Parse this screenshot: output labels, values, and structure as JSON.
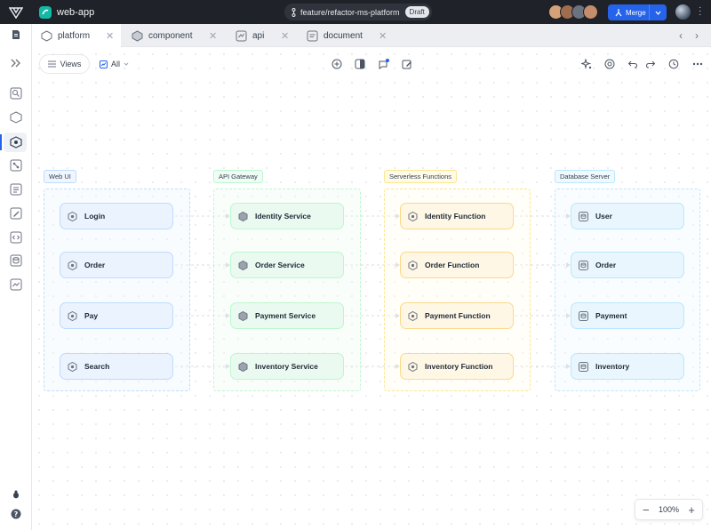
{
  "topbar": {
    "app_title": "web-app",
    "branch": "feature/refactor-ms-platform",
    "branch_status": "Draft",
    "merge_label": "Merge",
    "colors": {
      "bg": "#1f2329",
      "merge": "#2563eb",
      "app_badge": "#14b8a6"
    }
  },
  "tabs": [
    {
      "label": "platform",
      "icon": "hexagon-icon",
      "active": true
    },
    {
      "label": "component",
      "icon": "hexagon-icon",
      "active": false
    },
    {
      "label": "api",
      "icon": "api-icon",
      "active": false
    },
    {
      "label": "document",
      "icon": "document-icon",
      "active": false
    }
  ],
  "toolbar": {
    "views_label": "Views",
    "filter_label": "All"
  },
  "groups": [
    {
      "label": "Web UI",
      "color": "#3b82f6",
      "fill": "#eff6ff",
      "nodes": [
        "Login",
        "Order",
        "Pay",
        "Search"
      ]
    },
    {
      "label": "API Gateway",
      "color": "#22c55e",
      "fill": "#f0fdf4",
      "nodes": [
        "Identity Service",
        "Order Service",
        "Payment Service",
        "Inventory Service"
      ]
    },
    {
      "label": "Serverless Functions",
      "color": "#f59e0b",
      "fill": "#fffbeb",
      "nodes": [
        "Identity Function",
        "Order Function",
        "Payment Function",
        "Inventory Function"
      ]
    },
    {
      "label": "Database Server",
      "color": "#38bdf8",
      "fill": "#f0f9ff",
      "nodes": [
        "User",
        "Order",
        "Payment",
        "Inventory"
      ]
    }
  ],
  "zoom": {
    "level": "100%"
  }
}
